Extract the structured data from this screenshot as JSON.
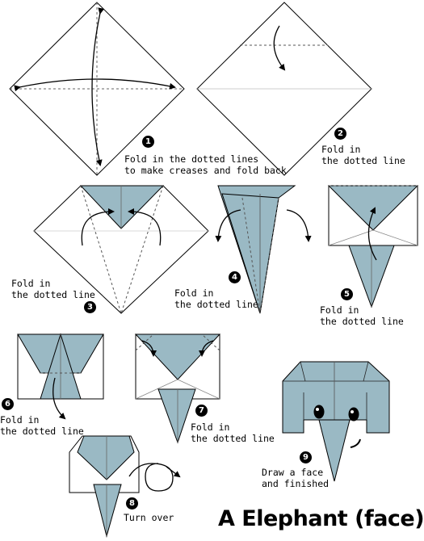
{
  "title": "A Elephant (face)",
  "colors": {
    "paper": "#9ab9c4",
    "outline": "#000000",
    "crease": "#555555",
    "background": "#ffffff"
  },
  "steps": [
    {
      "number": "1",
      "caption": "Fold in the dotted lines\nto make creases and fold back"
    },
    {
      "number": "2",
      "caption": "Fold in\nthe dotted line"
    },
    {
      "number": "3",
      "caption": "Fold in\nthe dotted line"
    },
    {
      "number": "4",
      "caption": "Fold in\nthe dotted line"
    },
    {
      "number": "5",
      "caption": "Fold in\nthe dotted line"
    },
    {
      "number": "6",
      "caption": "Fold in\nthe dotted line"
    },
    {
      "number": "7",
      "caption": "Fold in\nthe dotted line"
    },
    {
      "number": "8",
      "caption": "Turn over"
    },
    {
      "number": "9",
      "caption": "Draw a face\nand finished"
    }
  ]
}
